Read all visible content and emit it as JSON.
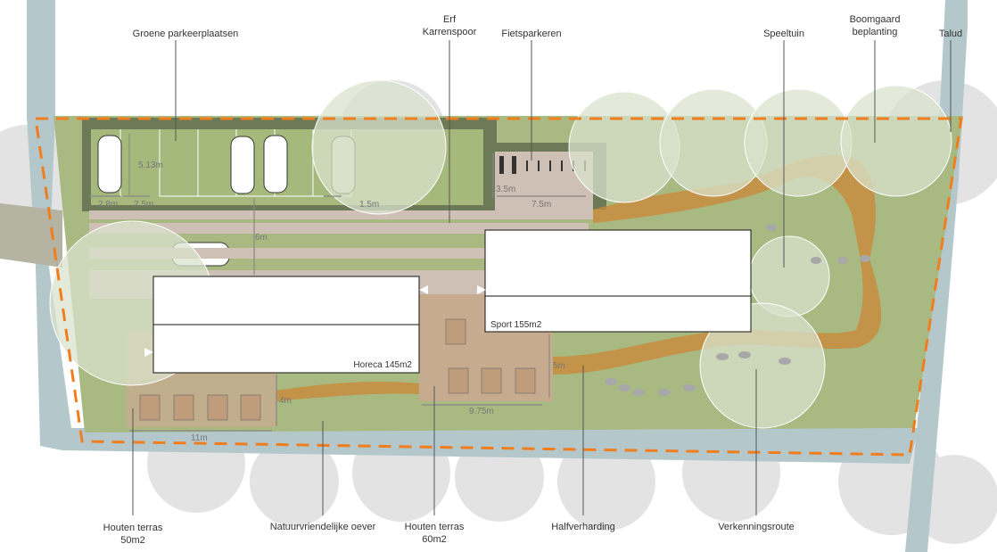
{
  "title_labels": {
    "groene_parkeer": "Groene parkeerplaatsen",
    "erf_line1": "Erf",
    "erf_line2": "Karrenspoor",
    "fietsparkeren": "Fietsparkeren",
    "speeltuin": "Speeltuin",
    "boomgaard_line1": "Boomgaard",
    "boomgaard_line2": "beplanting",
    "talud": "Talud"
  },
  "bottom_labels": {
    "terras50_line1": "Houten terras",
    "terras50_line2": "50m2",
    "oever": "Natuurvriendelijke oever",
    "terras60_line1": "Houten terras",
    "terras60_line2": "60m2",
    "halfverharding": "Halfverharding",
    "verkenningsroute": "Verkenningsroute"
  },
  "buildings": {
    "horeca": "Horeca 145m2",
    "sport": "Sport 155m2"
  },
  "dimensions": {
    "d_2_8": "2.8m",
    "d_2_5": "2.5m",
    "d_5_13": "5.13m",
    "d_1_5": "1.5m",
    "d_3_5": "3.5m",
    "d_7_5": "7.5m",
    "d_6": "6m",
    "d_4": "4m",
    "d_11": "11m",
    "d_9_75": "9.75m",
    "d_5": "5m"
  },
  "colors": {
    "boundary": "#f07d1e",
    "water": "#b4c8cc",
    "grass": "#a9b982",
    "parking": "#7f8d63",
    "path": "#cfc0b6",
    "terrace": "#c7ab8f",
    "gravel": "#c8893a"
  }
}
